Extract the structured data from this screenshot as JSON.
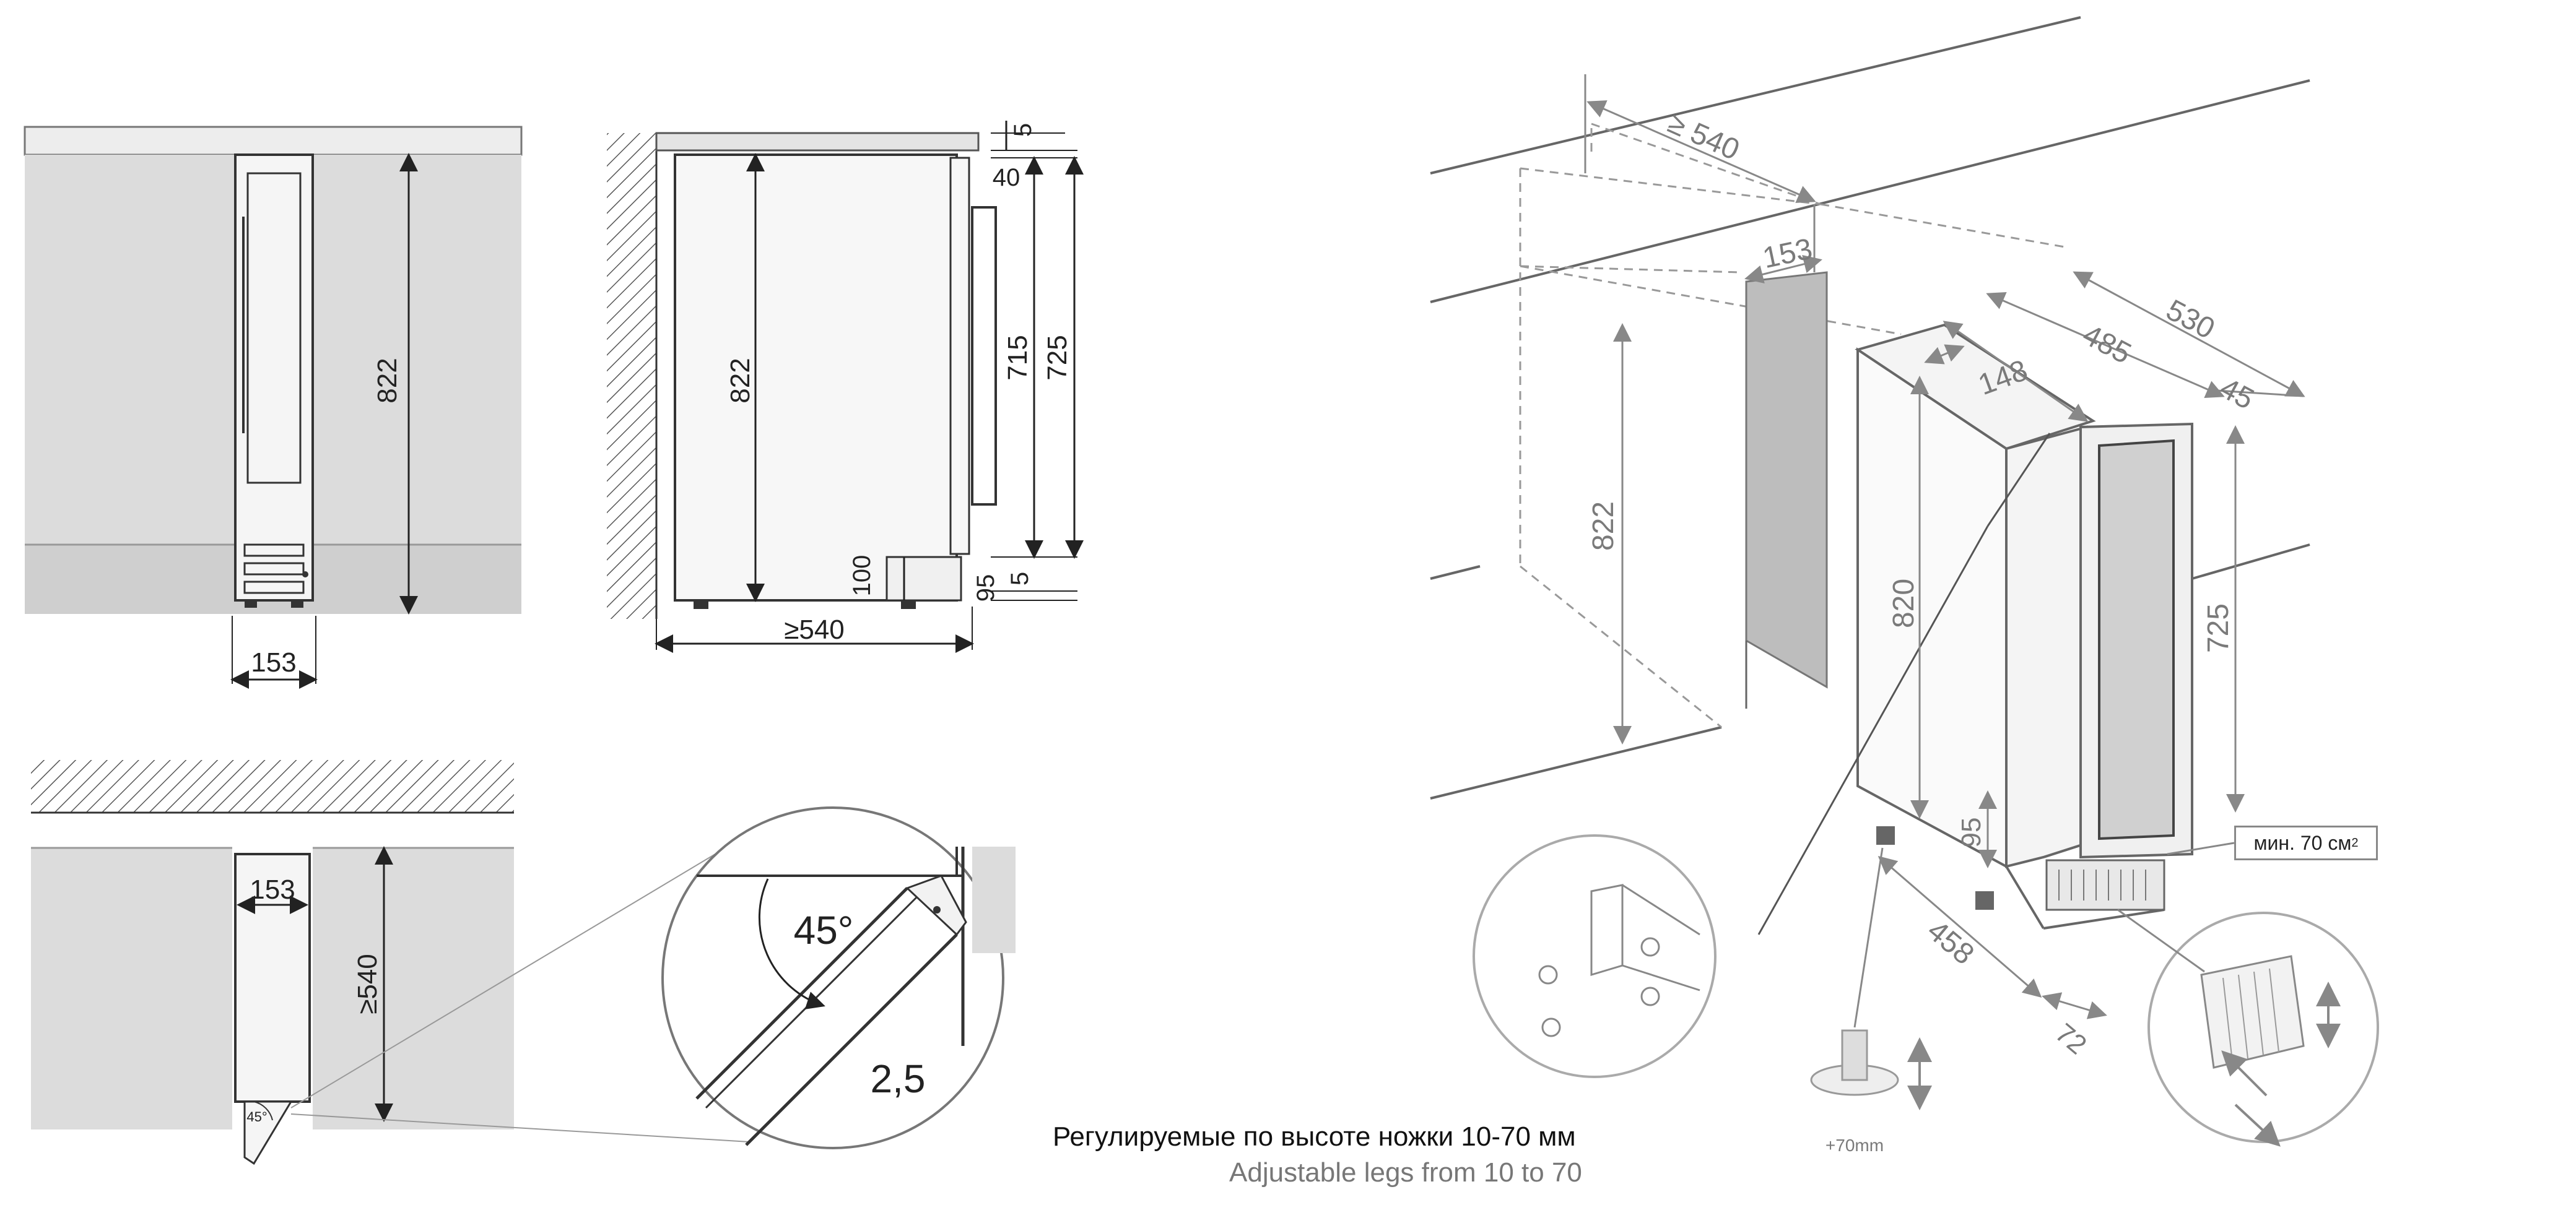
{
  "views": {
    "front": {
      "height": "822",
      "width": "153"
    },
    "side": {
      "top_gap": "5",
      "door_offset": "40",
      "height": "822",
      "inner_height": "715",
      "door_height": "725",
      "plinth_height": "100",
      "lower_gap": "95",
      "bottom_gap": "5",
      "depth": "≥540"
    },
    "top": {
      "width": "153",
      "depth": "≥540",
      "door_angle": "45°"
    },
    "detail": {
      "angle": "45°",
      "gap": "2,5"
    },
    "iso": {
      "niche_depth": "≥ 540",
      "niche_width": "153",
      "niche_height": "822",
      "unit_depth_total": "530",
      "unit_depth": "485",
      "unit_width": "148",
      "door_depth": "45",
      "unit_height": "820",
      "door_height": "725",
      "plinth_height": "95",
      "base_depth": "458",
      "base_offset": "72",
      "vent_note": "мин. 70 см",
      "vent_note_sup": "2",
      "leg_note": "+70mm"
    }
  },
  "caption": {
    "ru": "Регулируемые по высоте ножки 10-70 мм",
    "en": "Adjustable legs from 10 to 70"
  }
}
